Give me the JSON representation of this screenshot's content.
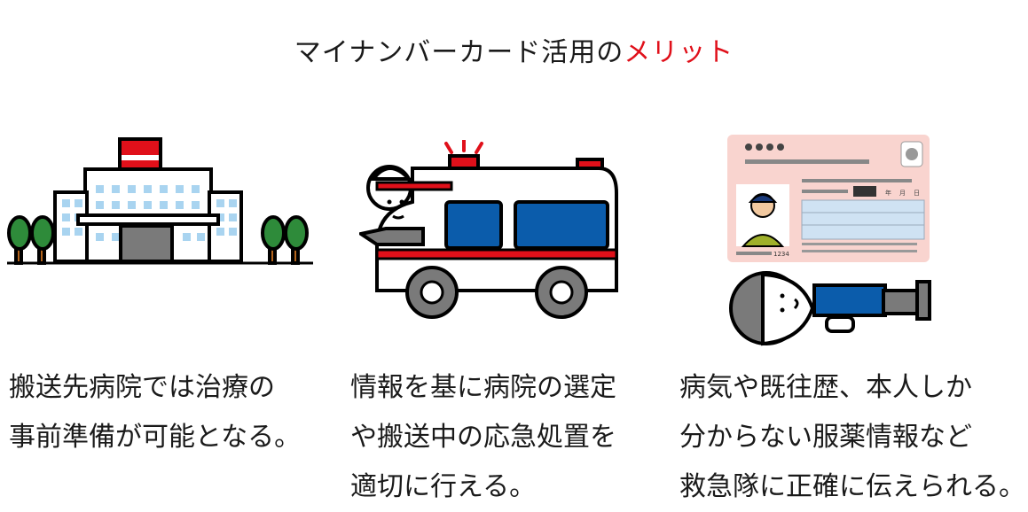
{
  "title": {
    "prefix": "マイナンバーカード活用の",
    "highlight": "メリット",
    "highlight_color": "#e0101a"
  },
  "benefits": [
    {
      "icon": "hospital-icon",
      "lines": [
        "搬送先病院では治療の",
        "事前準備が可能となる。"
      ]
    },
    {
      "icon": "ambulance-icon",
      "lines": [
        "情報を基に病院の選定",
        "や搬送中の応急処置を",
        "適切に行える。"
      ]
    },
    {
      "icon": "my-number-card-icon",
      "card_number": "1234",
      "card_labels": {
        "year": "年",
        "month": "月",
        "day": "日"
      },
      "lines": [
        "病気や既往歴、本人しか",
        "分からない服薬情報など",
        "救急隊に正確に伝えられる。"
      ]
    }
  ]
}
